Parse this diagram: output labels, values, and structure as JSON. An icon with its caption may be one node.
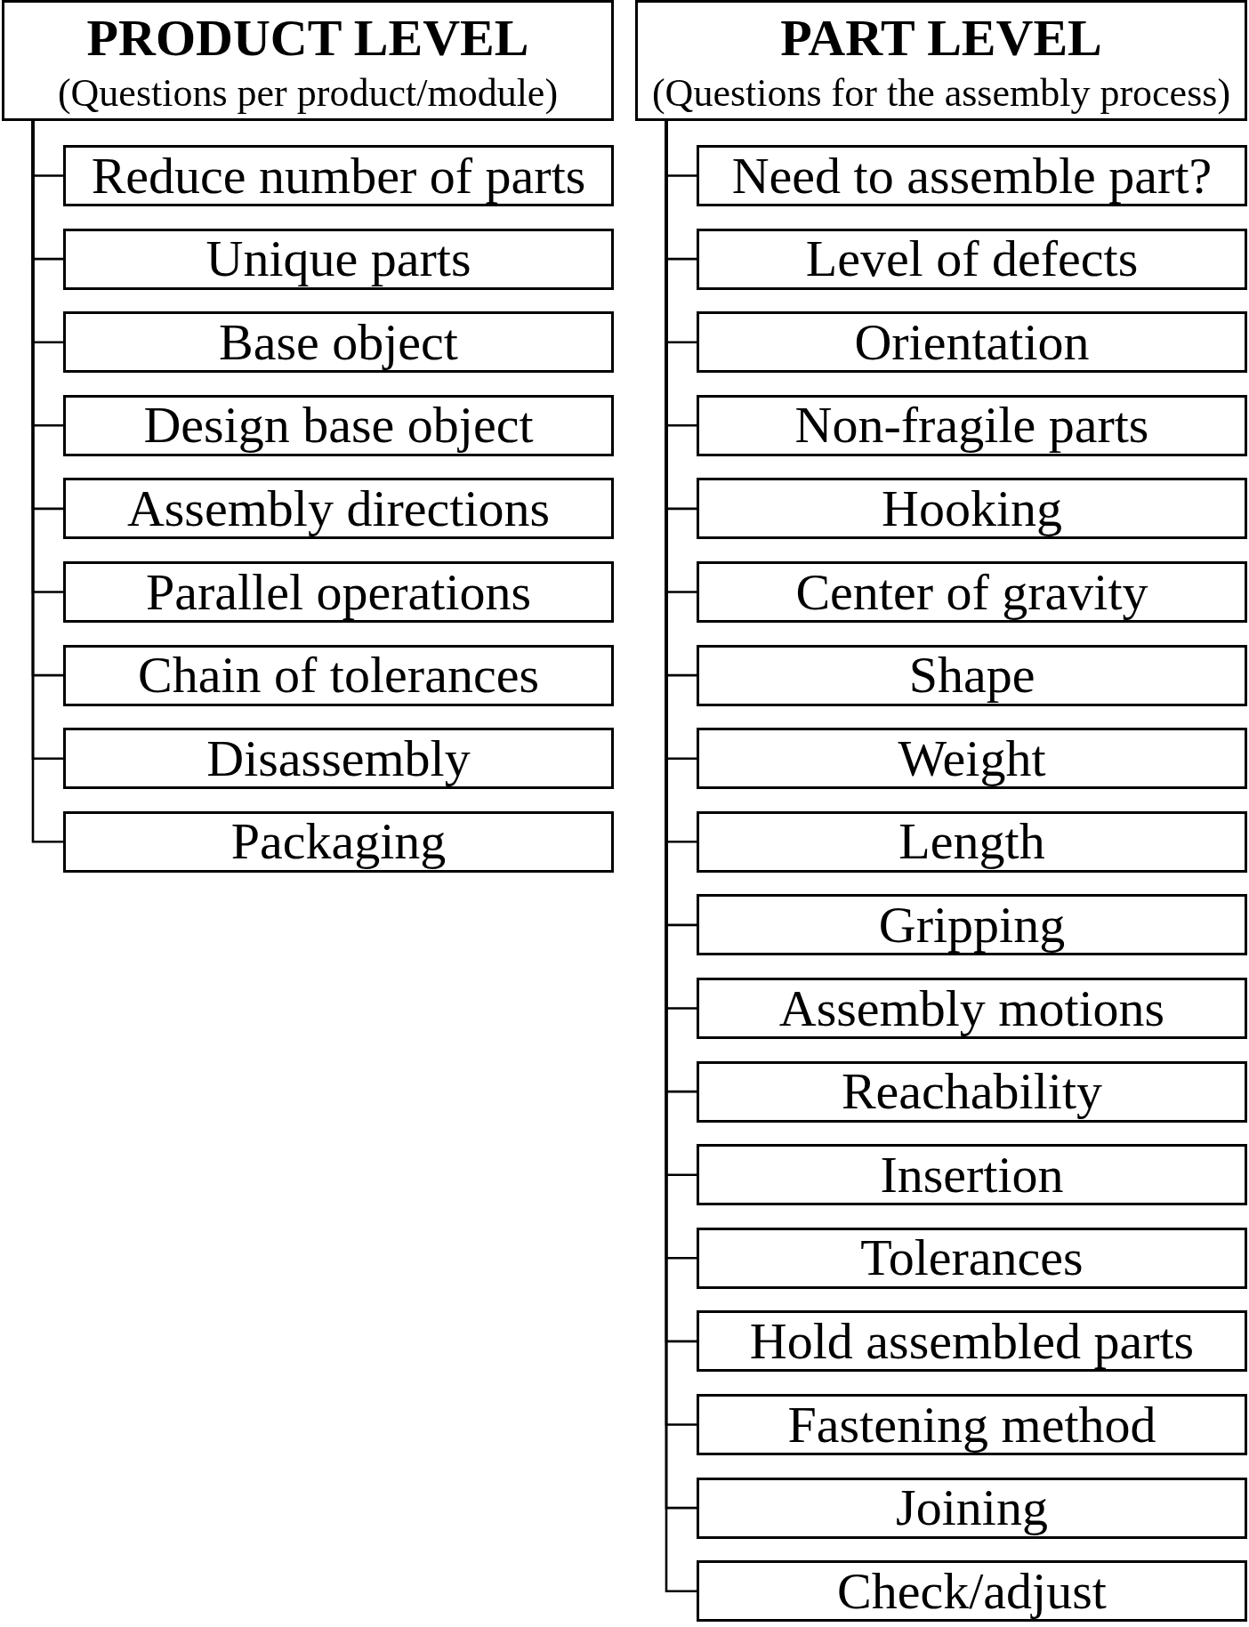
{
  "diagram": {
    "nodes": [
      {
        "text": [
          "PRODUCT LEVEL",
          "(Questions per product/module)"
        ]
      },
      {
        "text": [
          "Reduce number of parts"
        ]
      },
      {
        "text": [
          "Unique parts"
        ]
      },
      {
        "text": [
          "Base object"
        ]
      },
      {
        "text": [
          "Design base object"
        ]
      },
      {
        "text": [
          "Assembly directions"
        ]
      },
      {
        "text": [
          "Parallel operations"
        ]
      },
      {
        "text": [
          "Chain of tolerances"
        ]
      },
      {
        "text": [
          "Disassembly"
        ]
      },
      {
        "text": [
          "Packaging"
        ]
      },
      {
        "text": [
          "PART LEVEL",
          "(Questions for the assembly process)"
        ]
      },
      {
        "text": [
          "Need to assemble part?"
        ]
      },
      {
        "text": [
          "Level of defects"
        ]
      },
      {
        "text": [
          "Orientation"
        ]
      },
      {
        "text": [
          "Non-fragile parts"
        ]
      },
      {
        "text": [
          "Hooking"
        ]
      },
      {
        "text": [
          "Center of gravity"
        ]
      },
      {
        "text": [
          "Shape"
        ]
      },
      {
        "text": [
          "Weight"
        ]
      },
      {
        "text": [
          "Length"
        ]
      },
      {
        "text": [
          "Gripping"
        ]
      },
      {
        "text": [
          "Assembly motions"
        ]
      },
      {
        "text": [
          "Reachability"
        ]
      },
      {
        "text": [
          "Insertion"
        ]
      },
      {
        "text": [
          "Tolerances"
        ]
      },
      {
        "text": [
          "Hold assembled parts"
        ]
      },
      {
        "text": [
          "Fastening method"
        ]
      },
      {
        "text": [
          "Joining"
        ]
      },
      {
        "text": [
          "Check/adjust"
        ]
      }
    ],
    "edges": [
      {
        "from": 0,
        "to": 1,
        "arrow": "none"
      },
      {
        "from": 0,
        "to": 2,
        "arrow": "none"
      },
      {
        "from": 0,
        "to": 3,
        "arrow": "none"
      },
      {
        "from": 0,
        "to": 4,
        "arrow": "none"
      },
      {
        "from": 0,
        "to": 5,
        "arrow": "none"
      },
      {
        "from": 0,
        "to": 6,
        "arrow": "none"
      },
      {
        "from": 0,
        "to": 7,
        "arrow": "none"
      },
      {
        "from": 0,
        "to": 8,
        "arrow": "none"
      },
      {
        "from": 0,
        "to": 9,
        "arrow": "none"
      },
      {
        "from": 10,
        "to": 11,
        "arrow": "none"
      },
      {
        "from": 10,
        "to": 12,
        "arrow": "none"
      },
      {
        "from": 10,
        "to": 13,
        "arrow": "none"
      },
      {
        "from": 10,
        "to": 14,
        "arrow": "none"
      },
      {
        "from": 10,
        "to": 15,
        "arrow": "none"
      },
      {
        "from": 10,
        "to": 16,
        "arrow": "none"
      },
      {
        "from": 10,
        "to": 17,
        "arrow": "none"
      },
      {
        "from": 10,
        "to": 18,
        "arrow": "none"
      },
      {
        "from": 10,
        "to": 19,
        "arrow": "none"
      },
      {
        "from": 10,
        "to": 20,
        "arrow": "none"
      },
      {
        "from": 10,
        "to": 21,
        "arrow": "none"
      },
      {
        "from": 10,
        "to": 22,
        "arrow": "none"
      },
      {
        "from": 10,
        "to": 23,
        "arrow": "none"
      },
      {
        "from": 10,
        "to": 24,
        "arrow": "none"
      },
      {
        "from": 10,
        "to": 25,
        "arrow": "none"
      },
      {
        "from": 10,
        "to": 26,
        "arrow": "none"
      },
      {
        "from": 10,
        "to": 27,
        "arrow": "none"
      },
      {
        "from": 10,
        "to": 28,
        "arrow": "none"
      }
    ]
  }
}
